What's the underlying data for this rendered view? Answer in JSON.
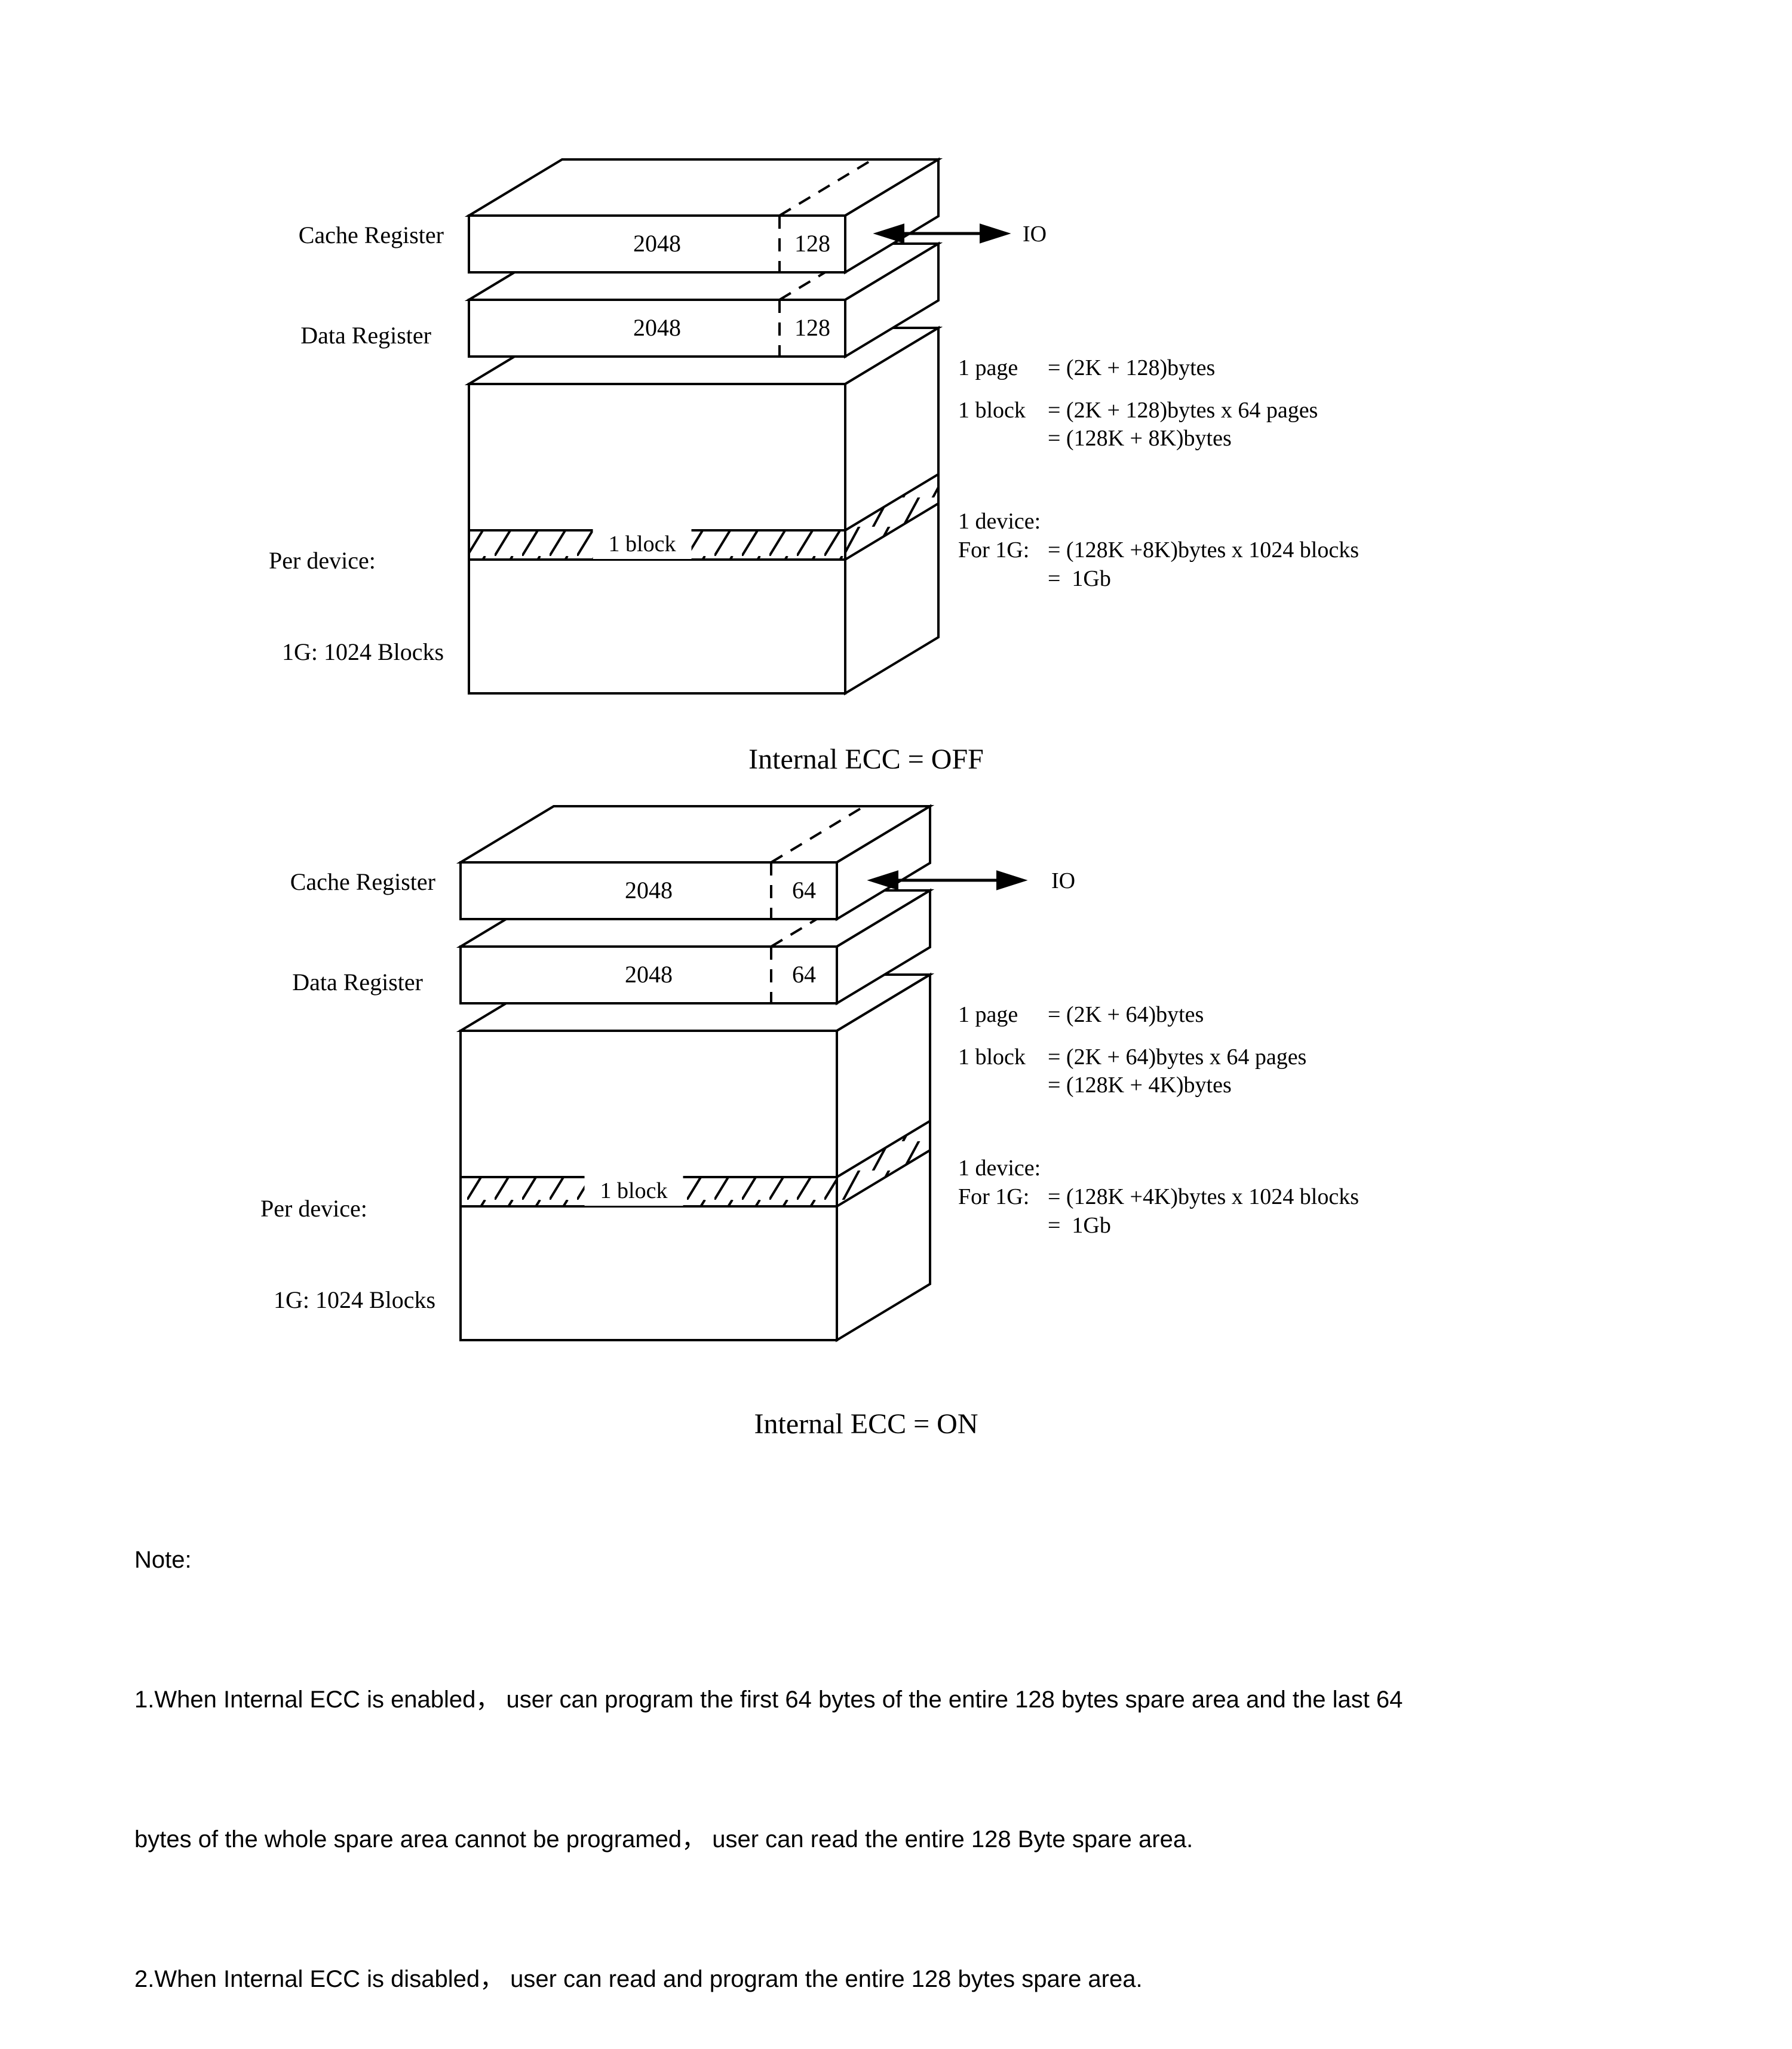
{
  "figure": {
    "diagrams": [
      {
        "state_title": "Internal ECC = OFF",
        "cache_register_label": "Cache Register",
        "data_register_label": "Data Register",
        "cache_main": "2048",
        "cache_spare": "128",
        "data_main": "2048",
        "data_spare": "128",
        "io_label": "IO",
        "per_device_line1": "Per device:",
        "per_device_line2": "1G: 1024 Blocks",
        "block_band_label": "1 block",
        "formula_page_label": "1 page",
        "formula_page_value": "= (2K + 128)bytes",
        "formula_block_label": "1 block",
        "formula_block_value": "= (2K + 128)bytes x 64 pages",
        "formula_block_value2": "= (128K + 8K)bytes",
        "formula_device_heading": "1 device:",
        "formula_device_label": "For 1G:",
        "formula_device_value": "= (128K +8K)bytes x 1024 blocks",
        "formula_device_value2": "=  1Gb"
      },
      {
        "state_title": "Internal ECC = ON",
        "cache_register_label": "Cache Register",
        "data_register_label": "Data Register",
        "cache_main": "2048",
        "cache_spare": "64",
        "data_main": "2048",
        "data_spare": "64",
        "io_label": "IO",
        "per_device_line1": "Per device:",
        "per_device_line2": "1G: 1024 Blocks",
        "block_band_label": "1 block",
        "formula_page_label": "1 page",
        "formula_page_value": "= (2K + 64)bytes",
        "formula_block_label": "1 block",
        "formula_block_value": "= (2K + 64)bytes x 64 pages",
        "formula_block_value2": "= (128K + 4K)bytes",
        "formula_device_heading": "1 device:",
        "formula_device_label": "For 1G:",
        "formula_device_value": "= (128K +4K)bytes x 1024 blocks",
        "formula_device_value2": "=  1Gb"
      }
    ],
    "note": {
      "heading": "Note:",
      "lines": [
        "1.When Internal ECC is enabled， user can program the first 64 bytes of the entire 128 bytes spare area and the last 64",
        "bytes of the whole spare area cannot be programed， user can read the entire 128 Byte spare area.",
        "2.When Internal ECC is disabled， user can read and program the entire 128 bytes spare area."
      ]
    }
  }
}
